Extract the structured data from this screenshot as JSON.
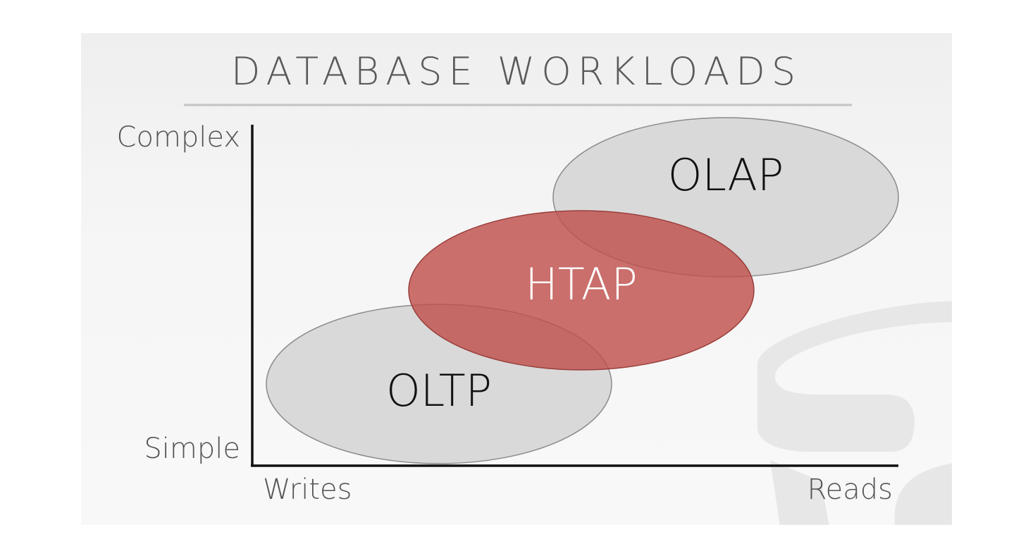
{
  "slide": {
    "title": "DATABASE WORKLOADS"
  },
  "axes": {
    "y_top_label": "Complex",
    "y_bottom_label": "Simple",
    "x_left_label": "Writes",
    "x_right_label": "Reads"
  },
  "regions": [
    {
      "id": "oltp",
      "label": "OLTP",
      "fill": "#d9d9d9",
      "stroke": "#8a8a8a",
      "text_color": "#111111"
    },
    {
      "id": "olap",
      "label": "OLAP",
      "fill": "#d9d9d9",
      "stroke": "#8a8a8a",
      "text_color": "#111111"
    },
    {
      "id": "htap",
      "label": "HTAP",
      "fill": "#c0504d",
      "stroke": "#9a3f3c",
      "text_color": "#ffffff"
    }
  ],
  "colors": {
    "accent": "#c0504d",
    "title_rule": "#c4c4c4",
    "axis": "#111111",
    "watermark": "#e7e7e7"
  },
  "watermark": {
    "icon": "database-logo-icon"
  }
}
